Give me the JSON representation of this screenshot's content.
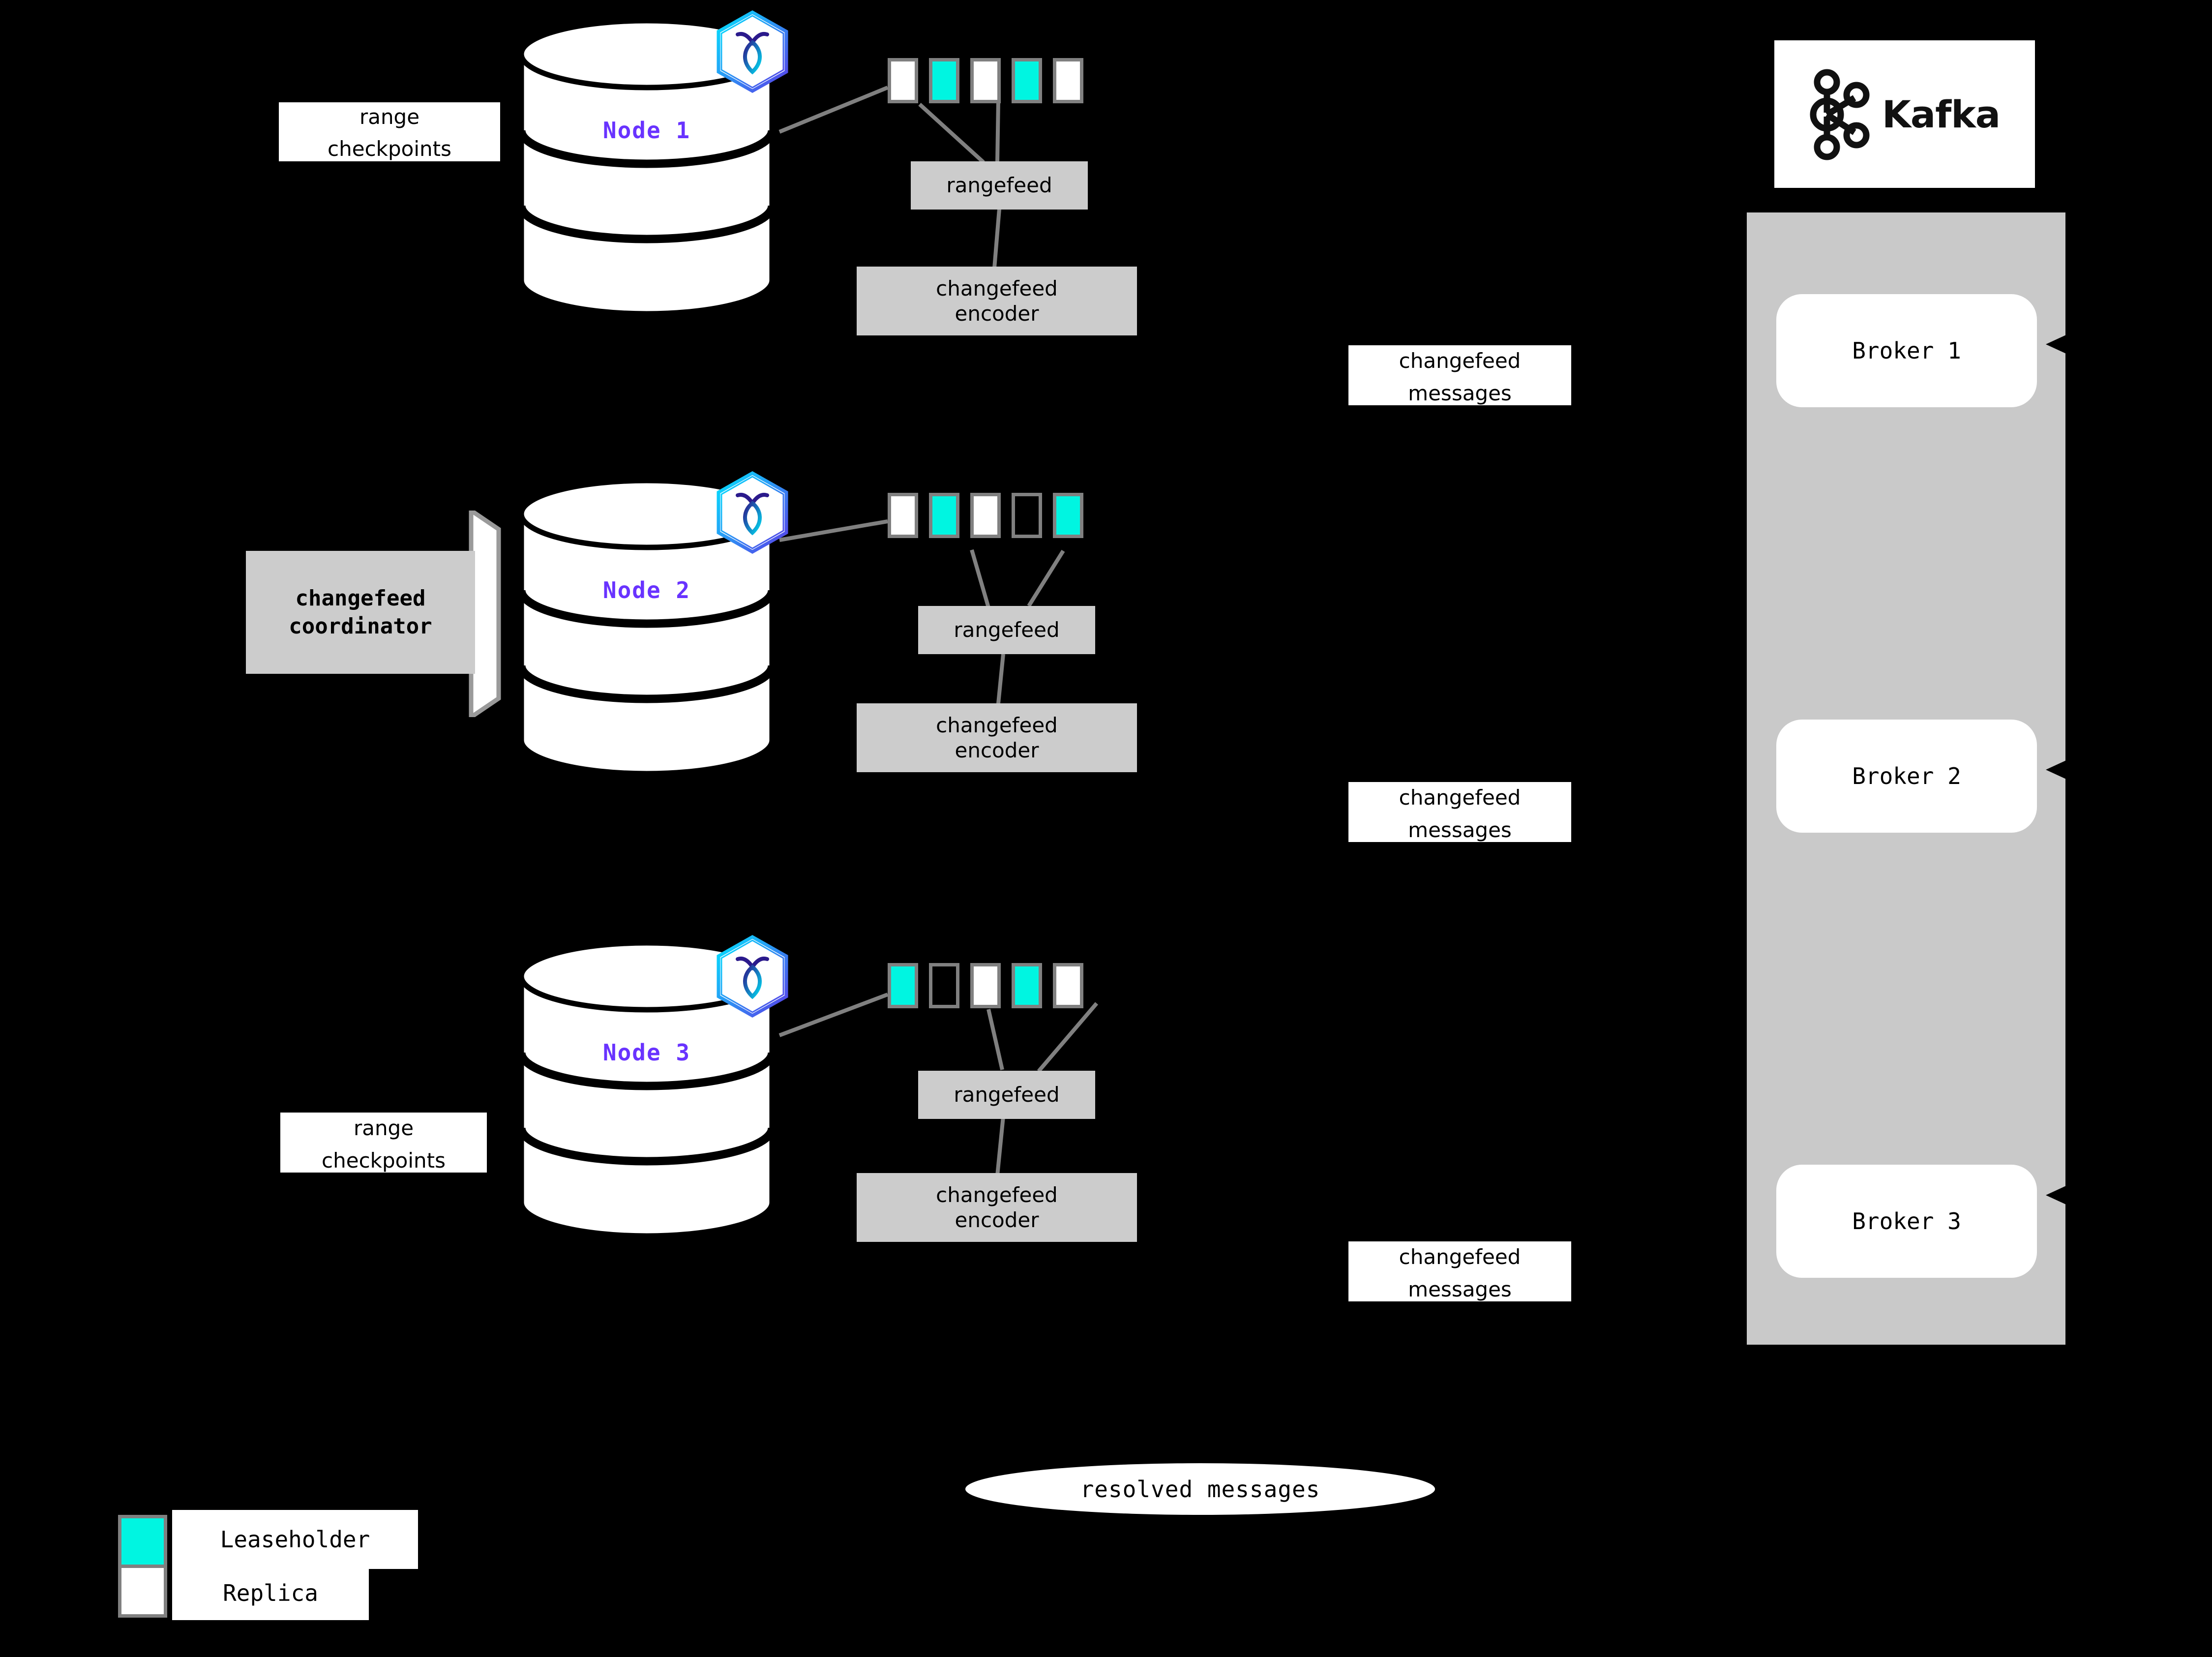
{
  "diagram": {
    "title": "CockroachDB changefeed to Kafka architecture",
    "background_color": "#000000",
    "accent_purple": "#6933FF",
    "leaseholder_color": "#00F5E1",
    "replica_color": "#FFFFFF",
    "box_gray": "#CCCCCC",
    "panel_gray": "#C9C9C9",
    "stroke_gray": "#808080"
  },
  "nodes": [
    {
      "label": "Node 1",
      "logo_icon": "cockroachdb-hex-icon",
      "ranges": [
        {
          "kind": "replica"
        },
        {
          "kind": "leaseholder"
        },
        {
          "kind": "replica"
        },
        {
          "kind": "leaseholder"
        },
        {
          "kind": "replica"
        }
      ],
      "rangefeed_label": "rangefeed",
      "encoder_label": "changefeed\nencoder",
      "encoder_line1": "changefeed",
      "encoder_line2": "encoder"
    },
    {
      "label": "Node 2",
      "logo_icon": "cockroachdb-hex-icon",
      "ranges": [
        {
          "kind": "replica"
        },
        {
          "kind": "leaseholder"
        },
        {
          "kind": "replica"
        },
        {
          "kind": "empty"
        },
        {
          "kind": "leaseholder"
        }
      ],
      "rangefeed_label": "rangefeed",
      "encoder_label": "changefeed\nencoder",
      "encoder_line1": "changefeed",
      "encoder_line2": "encoder"
    },
    {
      "label": "Node 3",
      "logo_icon": "cockroachdb-hex-icon",
      "ranges": [
        {
          "kind": "leaseholder"
        },
        {
          "kind": "empty"
        },
        {
          "kind": "replica"
        },
        {
          "kind": "leaseholder"
        },
        {
          "kind": "replica"
        }
      ],
      "rangefeed_label": "rangefeed",
      "encoder_label": "changefeed\nencoder",
      "encoder_line1": "changefeed",
      "encoder_line2": "encoder"
    }
  ],
  "coordinator": {
    "line1": "changefeed",
    "line2": "coordinator"
  },
  "range_checkpoint_labels": [
    {
      "line1": "range",
      "line2": "checkpoints"
    },
    {
      "line1": "range",
      "line2": "checkpoints"
    }
  ],
  "changefeed_message_labels": [
    {
      "line1": "changefeed",
      "line2": "messages"
    },
    {
      "line1": "changefeed",
      "line2": "messages"
    },
    {
      "line1": "changefeed",
      "line2": "messages"
    }
  ],
  "resolved": {
    "label": "resolved messages"
  },
  "kafka": {
    "wordmark": "Kafka",
    "logo_icon": "kafka-nodes-icon",
    "brokers": [
      {
        "label": "Broker 1"
      },
      {
        "label": "Broker 2"
      },
      {
        "label": "Broker 3"
      }
    ]
  },
  "legend": {
    "items": [
      {
        "label": "Leaseholder",
        "swatch": "leaseholder"
      },
      {
        "label": "Replica",
        "swatch": "replica"
      }
    ]
  }
}
